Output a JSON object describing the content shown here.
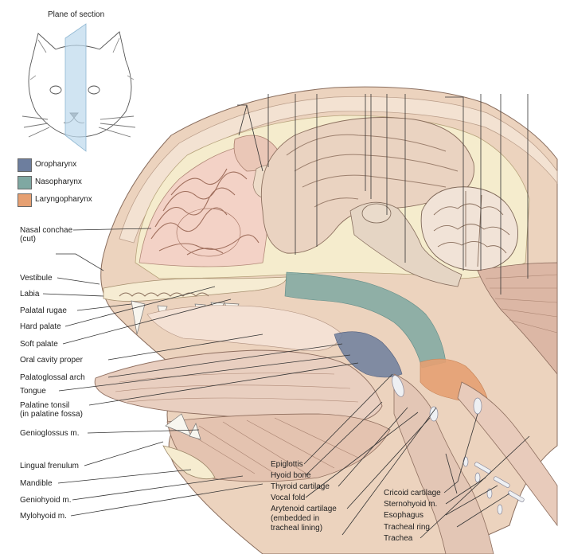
{
  "plane_label": "Plane of section",
  "legend": [
    {
      "label": "Oropharynx",
      "color": "#6d7e9e"
    },
    {
      "label": "Nasopharynx",
      "color": "#7fa8a2"
    },
    {
      "label": "Laryngopharynx",
      "color": "#e6a072"
    }
  ],
  "left_labels": {
    "nasal_conchae": "Nasal conchae",
    "nasal_conchae_sub": "(cut)",
    "vestibule": "Vestibule",
    "labia": "Labia",
    "palatal_rugae": "Palatal rugae",
    "hard_palate": "Hard palate",
    "soft_palate": "Soft palate",
    "oral_cavity_proper": "Oral cavity proper",
    "palatoglossal_arch": "Palatoglossal arch",
    "tongue": "Tongue",
    "palatine_tonsil": "Palatine tonsil",
    "palatine_tonsil_sub": "(in palatine fossa)",
    "genioglossus": "Genioglossus m.",
    "lingual_frenulum": "Lingual frenulum",
    "mandible": "Mandible",
    "geniohyoid": "Geniohyoid m.",
    "mylohyoid": "Mylohyoid m."
  },
  "bottom_labels": {
    "epiglottis": "Epiglottis",
    "hyoid_bone": "Hyoid bone",
    "thyroid_cartilage": "Thyroid cartilage",
    "vocal_fold": "Vocal fold",
    "arytenoid": "Arytenoid cartilage",
    "arytenoid_sub1": "(embedded in",
    "arytenoid_sub2": "tracheal lining)",
    "cricoid": "Cricoid cartilage",
    "sternohyoid": "Sternohyoid m.",
    "esophagus": "Esophagus",
    "tracheal_ring": "Tracheal ring",
    "trachea": "Trachea"
  }
}
